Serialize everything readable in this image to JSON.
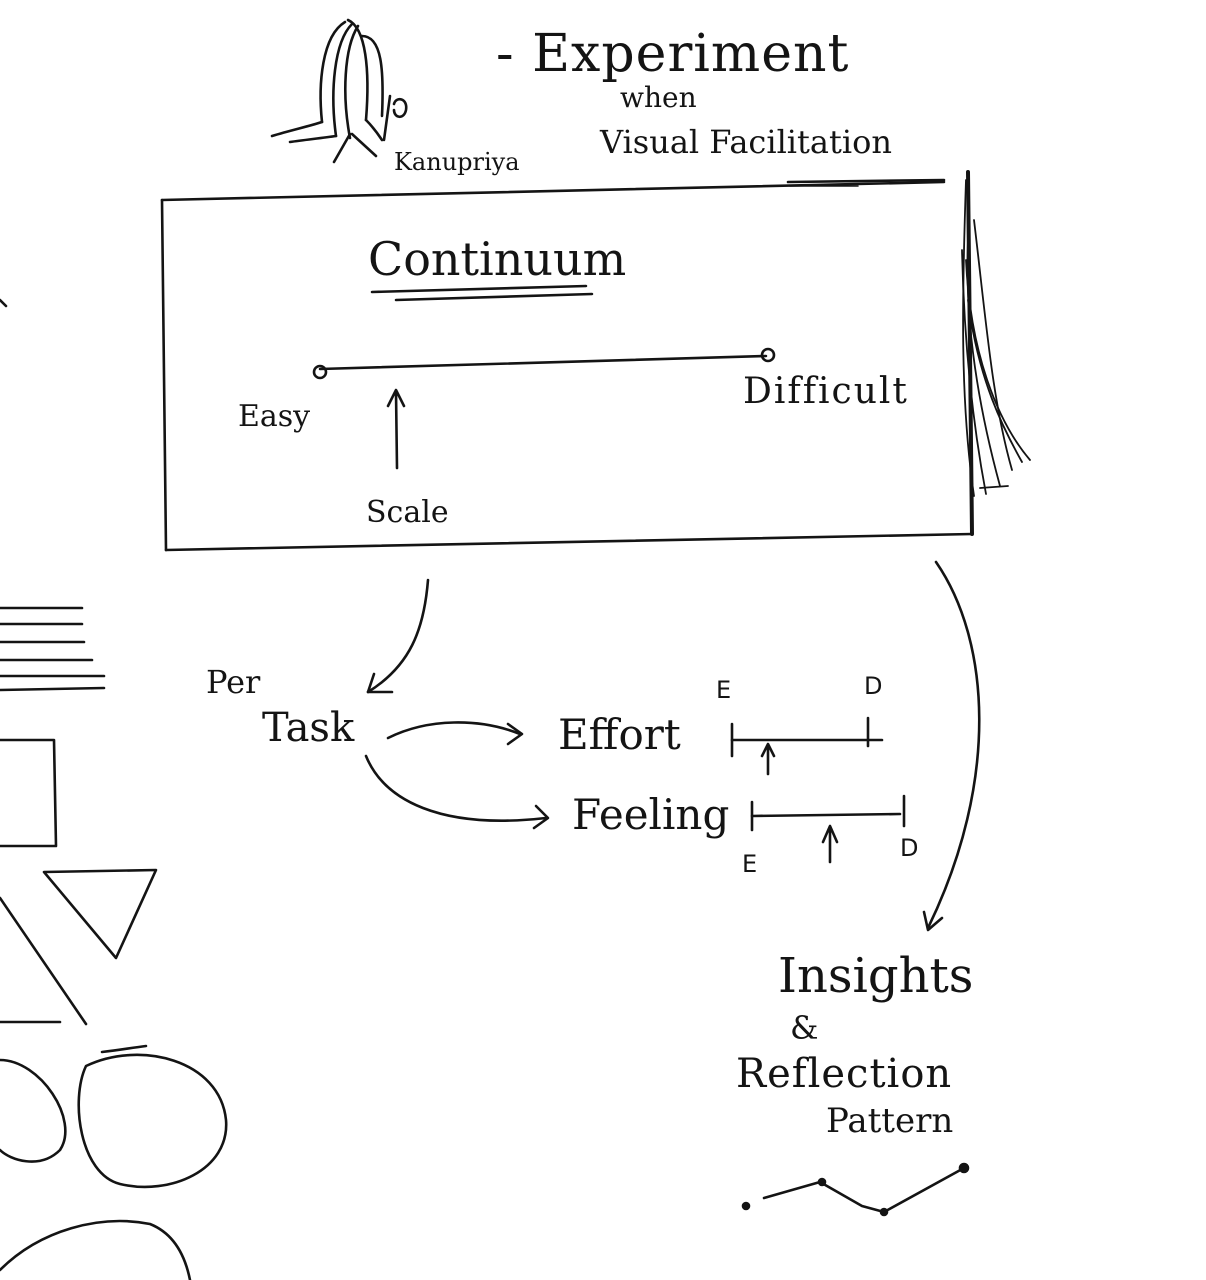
{
  "title": "- Experiment",
  "subtitle": {
    "when": "when",
    "topic": "Visual Facilitation"
  },
  "author": "Kanupriya",
  "continuum": {
    "heading": "Continuum",
    "left_label": "Easy",
    "right_label": "Difficult",
    "pointer_label": "Scale"
  },
  "flow": {
    "per": "Per",
    "task": "Task",
    "effort": {
      "label": "Effort",
      "left_marker": "E",
      "right_marker": "D"
    },
    "feeling": {
      "label": "Feeling",
      "left_marker": "E",
      "right_marker": "D"
    }
  },
  "outcome": {
    "insights": "Insights",
    "amp": "&",
    "reflection": "Reflection",
    "pattern": "Pattern"
  }
}
